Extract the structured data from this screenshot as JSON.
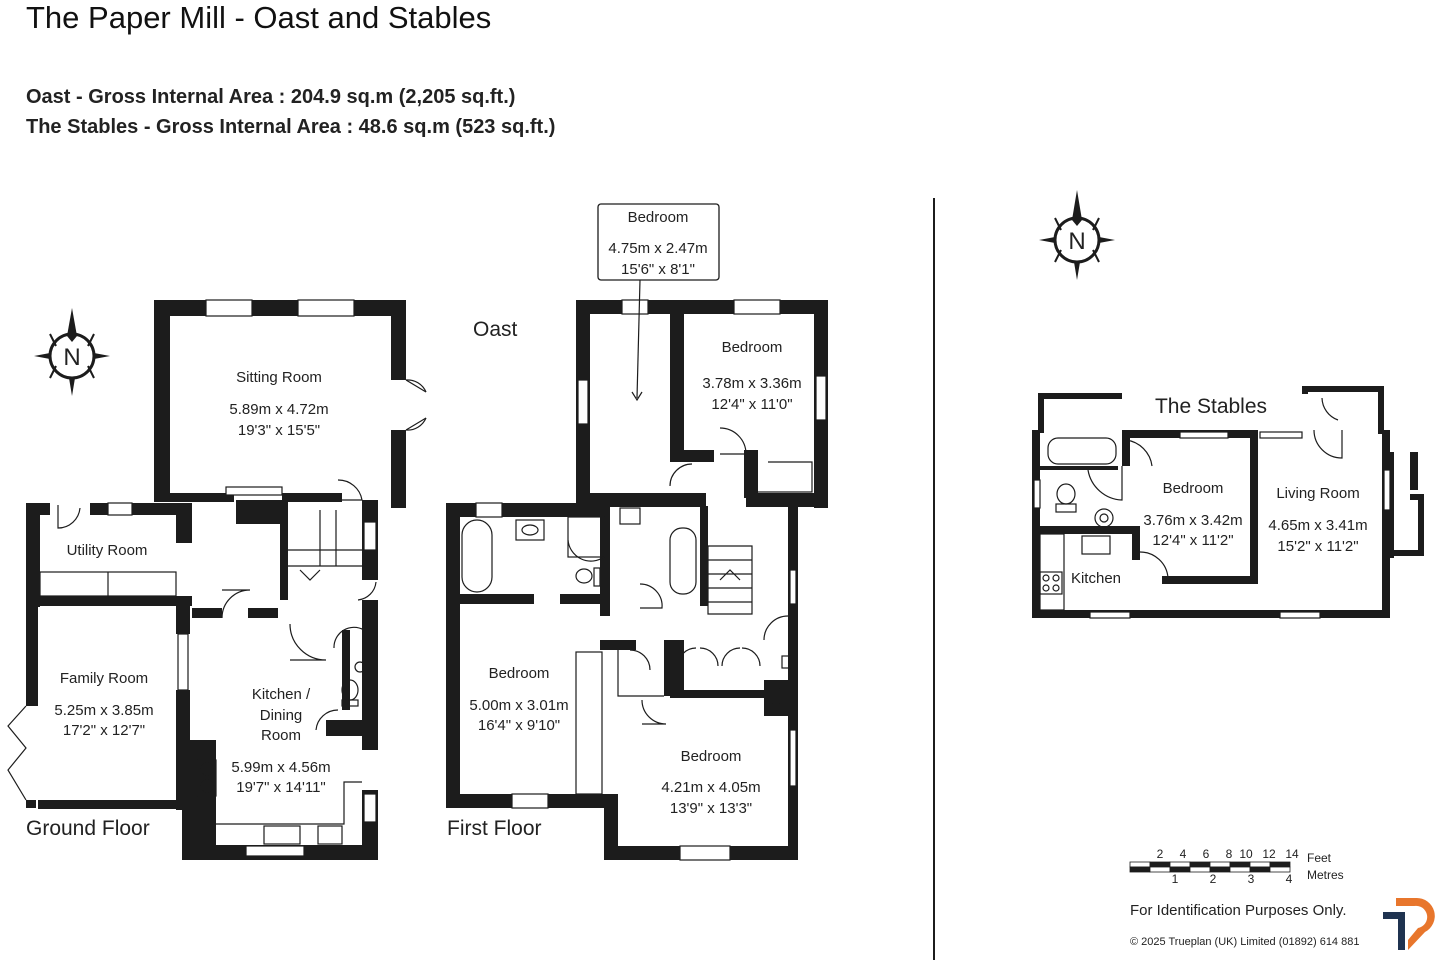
{
  "title": "The Paper Mill  -  Oast and  Stables",
  "areas": [
    "Oast - Gross Internal Area  :  204.9 sq.m   (2,205 sq.ft.)",
    "The Stables - Gross Internal Area  :  48.6 sq.m   (523 sq.ft.)"
  ],
  "building_labels": {
    "oast": "Oast",
    "stables": "The Stables"
  },
  "floor_labels": {
    "ground": "Ground Floor",
    "first": "First Floor"
  },
  "compass_letter": "N",
  "rooms": {
    "sitting_room": {
      "name": "Sitting Room",
      "metric": "5.89m  x  4.72m",
      "imperial": "19'3\"  x  15'5\""
    },
    "utility_room": {
      "name": "Utility Room"
    },
    "family_room": {
      "name": "Family Room",
      "metric": "5.25m  x  3.85m",
      "imperial": "17'2\"  x  12'7\""
    },
    "kitchen_dining": {
      "name_lines": [
        "Kitchen /",
        "Dining",
        "Room"
      ],
      "metric": "5.99m  x  4.56m",
      "imperial": "19'7\"  x  14'11\""
    },
    "bedroom_callout": {
      "name": "Bedroom",
      "metric": "4.75m  x  2.47m",
      "imperial": "15'6\"  x  8'1\""
    },
    "bedroom_ne": {
      "name": "Bedroom",
      "metric": "3.78m  x  3.36m",
      "imperial": "12'4\"  x  11'0\""
    },
    "bedroom_w": {
      "name": "Bedroom",
      "metric": "5.00m  x  3.01m",
      "imperial": "16'4\"  x  9'10\""
    },
    "bedroom_s": {
      "name": "Bedroom",
      "metric": "4.21m  x  4.05m",
      "imperial": "13'9\"  x  13'3\""
    },
    "stables_bedroom": {
      "name": "Bedroom",
      "metric": "3.76m  x  3.42m",
      "imperial": "12'4\"  x  11'2\""
    },
    "stables_living": {
      "name": "Living Room",
      "metric": "4.65m  x  3.41m",
      "imperial": "15'2\"  x  11'2\""
    },
    "stables_kitchen": {
      "name": "Kitchen"
    }
  },
  "scale_bar": {
    "feet_ticks": [
      "2",
      "4",
      "6",
      "8",
      "10",
      "12",
      "14"
    ],
    "metre_ticks": [
      "1",
      "2",
      "3",
      "4"
    ],
    "feet_label": "Feet",
    "metres_label": "Metres"
  },
  "disclaimer": "For Identification Purposes Only.",
  "copyright": "© 2025 Trueplan (UK) Limited  (01892) 614 881",
  "colors": {
    "wall": "#1c1c1c",
    "logo_navy": "#1f3350",
    "logo_orange": "#e8762c"
  }
}
